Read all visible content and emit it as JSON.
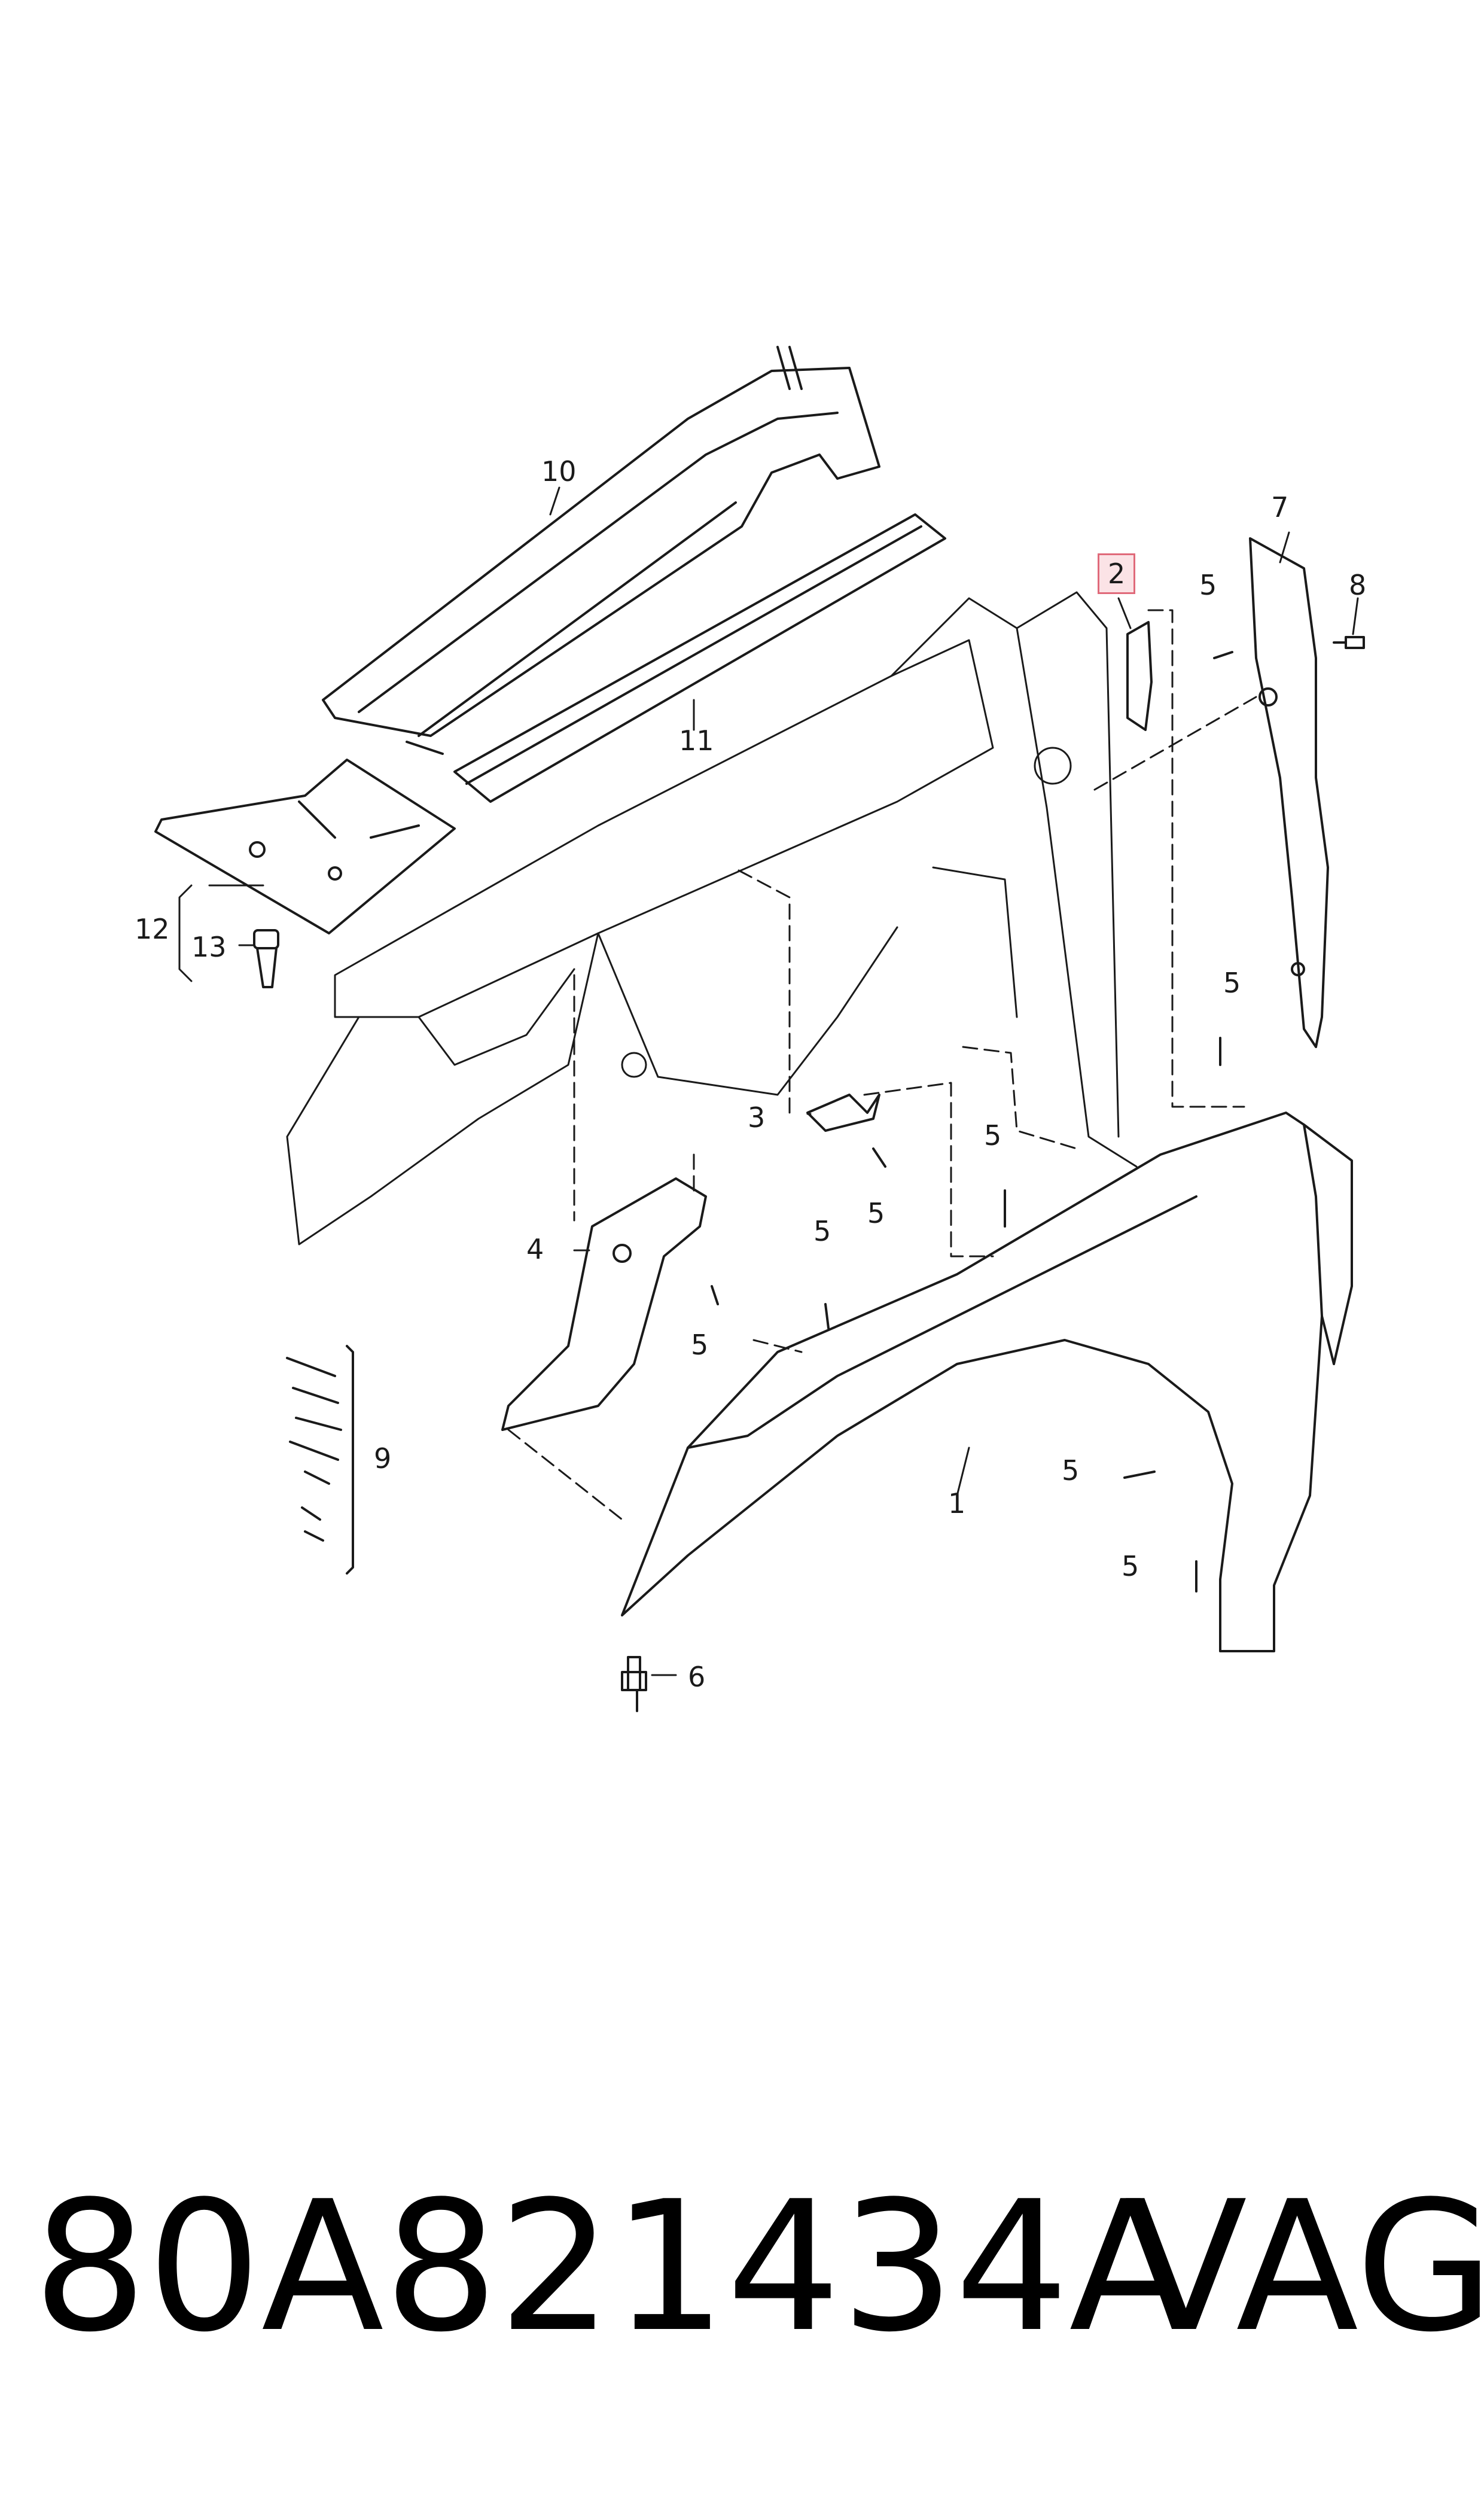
{
  "callouts": {
    "c1": "1",
    "c2": "2",
    "c3": "3",
    "c4": "4",
    "c5a": "5",
    "c5b": "5",
    "c5c": "5",
    "c5d": "5",
    "c5e": "5",
    "c5f": "5",
    "c5g": "5",
    "c5h": "5",
    "c6": "6",
    "c7": "7",
    "c8": "8",
    "c9": "9",
    "c10": "10",
    "c11": "11",
    "c12": "12",
    "c13": "13"
  },
  "highlight_color": "#fbe3e6",
  "footer": {
    "part_number": "80A821434A",
    "brand": "VAG"
  }
}
